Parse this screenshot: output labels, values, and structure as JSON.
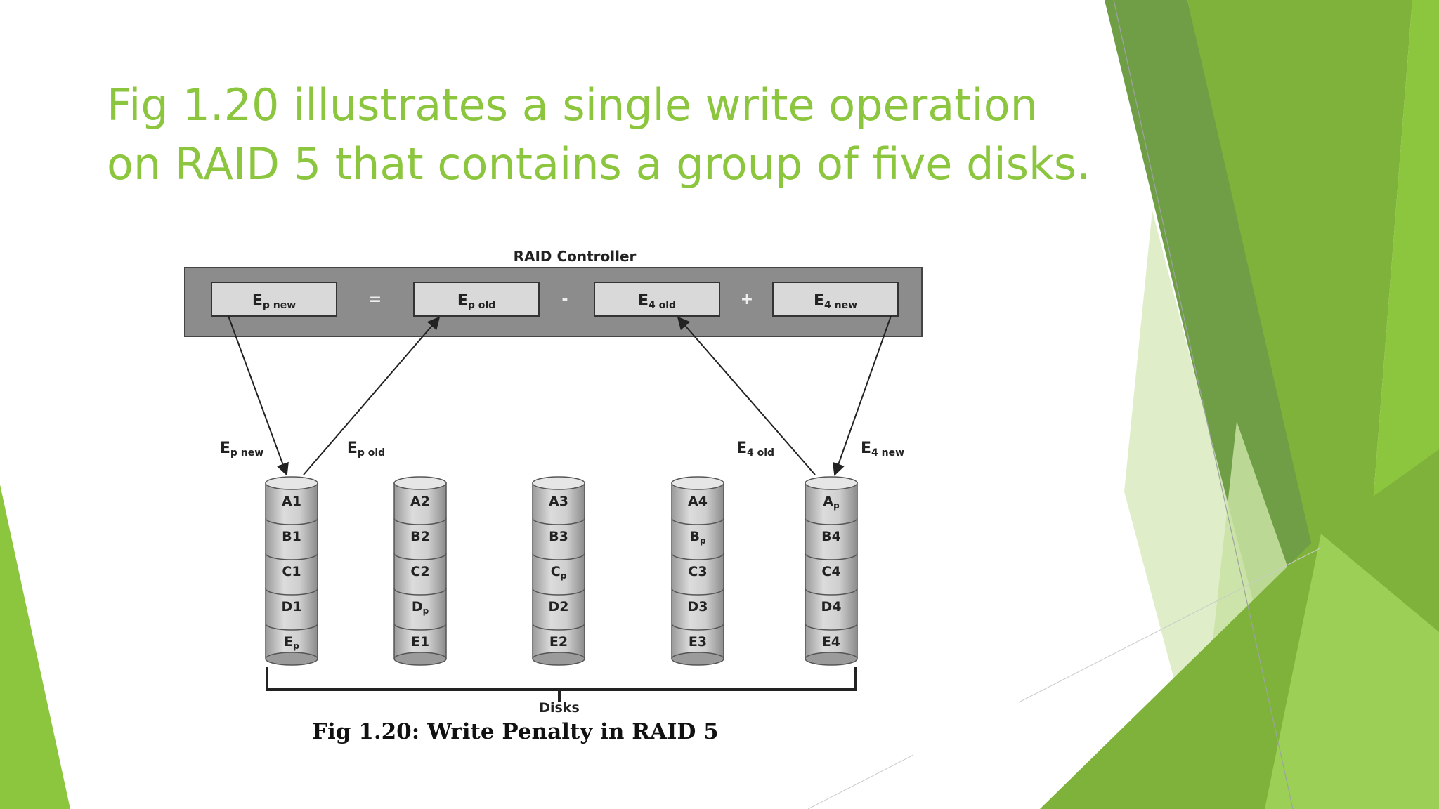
{
  "slide": {
    "title_line1": "Fig 1.20 illustrates a single write operation",
    "title_line2": "on RAID 5 that contains a group of five disks.",
    "accent_color": "#8cc63f"
  },
  "figure": {
    "controller_label": "RAID Controller",
    "equation": {
      "terms": [
        {
          "main": "E",
          "sub": "p new"
        },
        {
          "main": "E",
          "sub": "p old"
        },
        {
          "main": "E",
          "sub": "4 old"
        },
        {
          "main": "E",
          "sub": "4 new"
        }
      ],
      "operators": [
        "=",
        "-",
        "+"
      ]
    },
    "arrow_labels": [
      {
        "main": "E",
        "sub": "p new"
      },
      {
        "main": "E",
        "sub": "p old"
      },
      {
        "main": "E",
        "sub": "4 old"
      },
      {
        "main": "E",
        "sub": "4 new"
      }
    ],
    "disks": [
      [
        {
          "main": "A1",
          "sub": ""
        },
        {
          "main": "B1",
          "sub": ""
        },
        {
          "main": "C1",
          "sub": ""
        },
        {
          "main": "D1",
          "sub": ""
        },
        {
          "main": "E",
          "sub": "p"
        }
      ],
      [
        {
          "main": "A2",
          "sub": ""
        },
        {
          "main": "B2",
          "sub": ""
        },
        {
          "main": "C2",
          "sub": ""
        },
        {
          "main": "D",
          "sub": "p"
        },
        {
          "main": "E1",
          "sub": ""
        }
      ],
      [
        {
          "main": "A3",
          "sub": ""
        },
        {
          "main": "B3",
          "sub": ""
        },
        {
          "main": "C",
          "sub": "p"
        },
        {
          "main": "D2",
          "sub": ""
        },
        {
          "main": "E2",
          "sub": ""
        }
      ],
      [
        {
          "main": "A4",
          "sub": ""
        },
        {
          "main": "B",
          "sub": "p"
        },
        {
          "main": "C3",
          "sub": ""
        },
        {
          "main": "D3",
          "sub": ""
        },
        {
          "main": "E3",
          "sub": ""
        }
      ],
      [
        {
          "main": "A",
          "sub": "p"
        },
        {
          "main": "B4",
          "sub": ""
        },
        {
          "main": "C4",
          "sub": ""
        },
        {
          "main": "D4",
          "sub": ""
        },
        {
          "main": "E4",
          "sub": ""
        }
      ]
    ],
    "disks_label": "Disks",
    "caption": "Fig 1.20: Write Penalty in RAID 5"
  }
}
